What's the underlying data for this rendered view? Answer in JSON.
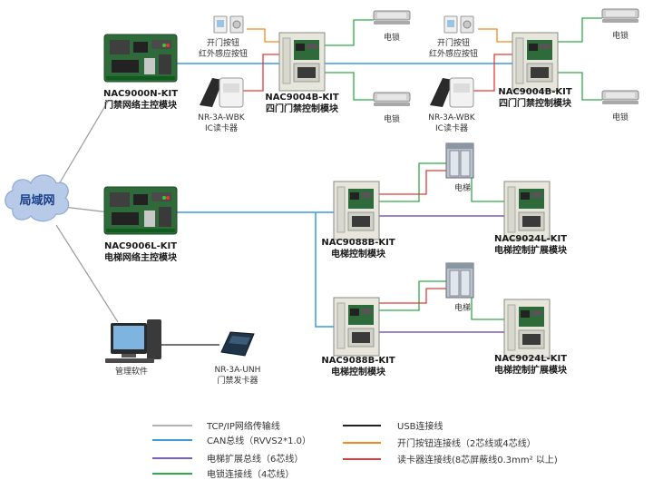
{
  "colors": {
    "tcpip": "#9a9a9a",
    "can": "#3a9ad9",
    "elevator_bus": "#7b5fb5",
    "lock": "#2eaa4a",
    "usb": "#222222",
    "button": "#f08a1c",
    "reader": "#e23b3b"
  },
  "network": {
    "label": "局域网"
  },
  "controllers": {
    "door_main": {
      "model": "NAC9000N-KIT",
      "name": "门禁网络主控模块"
    },
    "elev_main": {
      "model": "NAC9006L-KIT",
      "name": "电梯网络主控模块"
    }
  },
  "door_modules": [
    {
      "model": "NAC9004B-KIT",
      "name": "四门门禁控制模块"
    },
    {
      "model": "NAC9004B-KIT",
      "name": "四门门禁控制模块"
    }
  ],
  "door_labels": {
    "button_line1": "开门按钮",
    "button_line2": "红外感应按钮",
    "reader_model": "NR-3A-WBK",
    "reader_name": "IC读卡器",
    "lock": "电锁"
  },
  "elevator_groups": [
    {
      "ctrl_model": "NAC9088B-KIT",
      "ctrl_name": "电梯控制模块",
      "ext_model": "NAC9024L-KIT",
      "ext_name": "电梯控制扩展模块",
      "elevator_label": "电梯"
    },
    {
      "ctrl_model": "NAC9088B-KIT",
      "ctrl_name": "电梯控制模块",
      "ext_model": "NAC9024L-KIT",
      "ext_name": "电梯控制扩展模块",
      "elevator_label": "电梯"
    }
  ],
  "pc": {
    "label": "管理软件"
  },
  "issuer": {
    "model": "NR-3A-UNH",
    "name": "门禁发卡器"
  },
  "legend": {
    "tcpip": "TCP/IP网络传输线",
    "can": "CAN总线（RVVS2*1.0）",
    "elevator_bus": "电梯扩展总线（6芯线）",
    "lock": "电锁连接线（4芯线）",
    "usb": "USB连接线",
    "button": "开门按钮连接线（2芯线或4芯线）",
    "reader": "读卡器连接线(8芯屏蔽线0.3mm² 以上)"
  },
  "icons": [
    "cloud-icon",
    "circuit-board-icon",
    "control-box-icon",
    "push-button-icon",
    "card-reader-icon",
    "magnetic-lock-icon",
    "elevator-icon",
    "computer-icon",
    "card-issuer-icon"
  ]
}
